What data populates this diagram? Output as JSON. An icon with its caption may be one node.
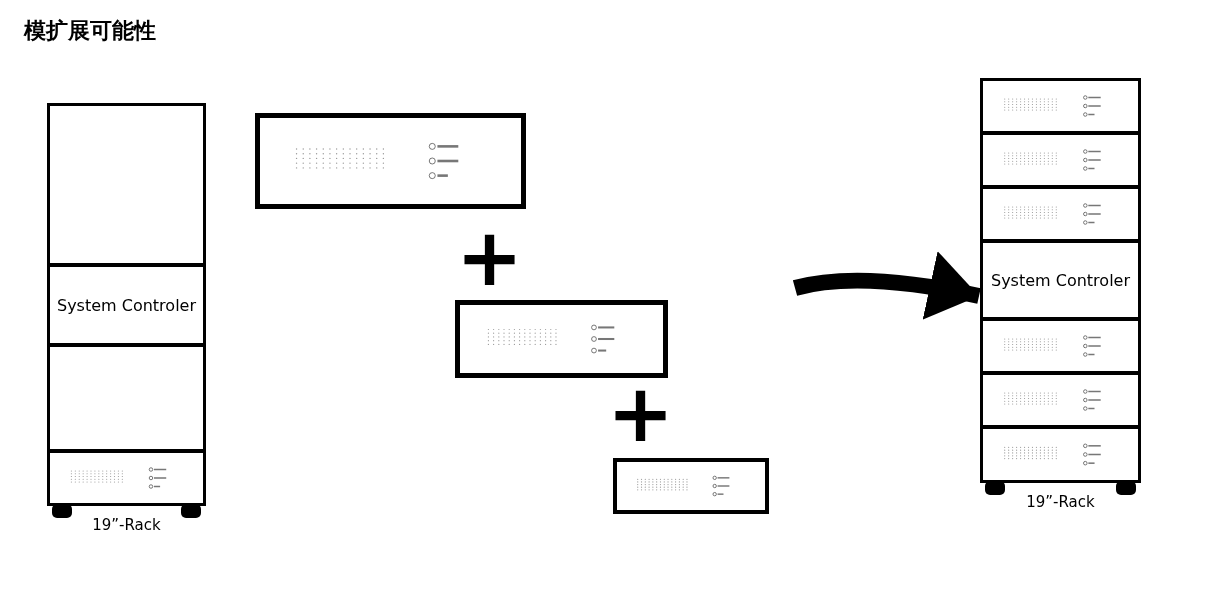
{
  "diagram": {
    "title": "模扩展可能性",
    "nodes": [
      {
        "text": [],
        "shape": "box",
        "beside": [
          "19”-Rack"
        ]
      },
      {
        "text": [],
        "shape": "box",
        "in": 0
      },
      {
        "text": [
          "System Controler"
        ],
        "in": 0
      },
      {
        "text": [],
        "shape": "box",
        "in": 0
      },
      {
        "text": [],
        "shape": "box",
        "in": 0
      },
      {
        "text": [],
        "shape": "box"
      },
      {
        "text": [],
        "shape": "box"
      },
      {
        "text": [],
        "shape": "box"
      },
      {
        "text": [],
        "shape": "box",
        "beside": [
          "19”-Rack"
        ]
      },
      {
        "text": [],
        "shape": "box",
        "in": 8
      },
      {
        "text": [],
        "shape": "box",
        "in": 8
      },
      {
        "text": [],
        "shape": "box",
        "in": 8
      },
      {
        "text": [
          "System Controler"
        ],
        "in": 8
      },
      {
        "text": [],
        "shape": "box",
        "in": 8
      },
      {
        "text": [],
        "shape": "box",
        "in": 8
      },
      {
        "text": [],
        "shape": "box",
        "in": 8
      }
    ],
    "edges": [
      {
        "from": null,
        "to": 8,
        "arrow": "to"
      }
    ],
    "labels": [
      "+",
      "+"
    ]
  }
}
